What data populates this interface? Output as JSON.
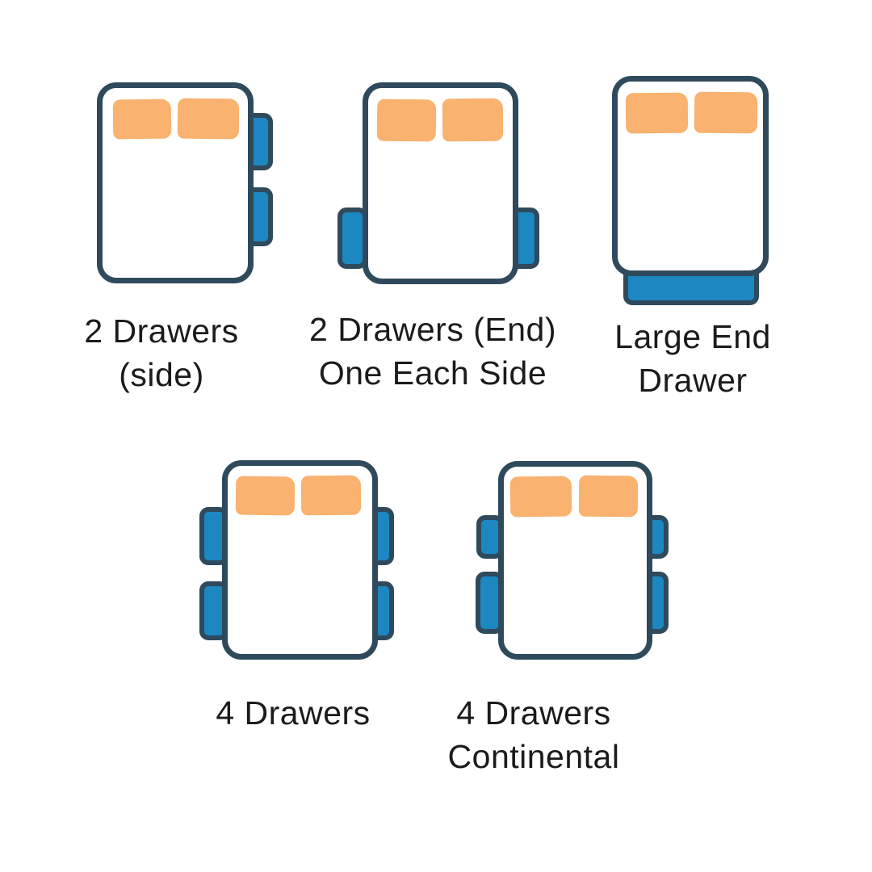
{
  "colors": {
    "outline": "#2e4a5c",
    "drawer_fill": "#1d87c1",
    "pillow_fill": "#f9b26f",
    "label_text": "#1b1b1b",
    "background": "#ffffff"
  },
  "figures": [
    {
      "name": "2-drawers-side",
      "label_lines": [
        "2 Drawers",
        "(side)"
      ]
    },
    {
      "name": "2-drawers-end-one-each-side",
      "label_lines": [
        "2 Drawers (End)",
        "One Each Side"
      ]
    },
    {
      "name": "large-end-drawer",
      "label_lines": [
        "Large End",
        "Drawer"
      ]
    },
    {
      "name": "4-drawers",
      "label_lines": [
        "4 Drawers"
      ]
    },
    {
      "name": "4-drawers-continental",
      "label_lines": [
        "4 Drawers",
        "Continental"
      ]
    }
  ]
}
